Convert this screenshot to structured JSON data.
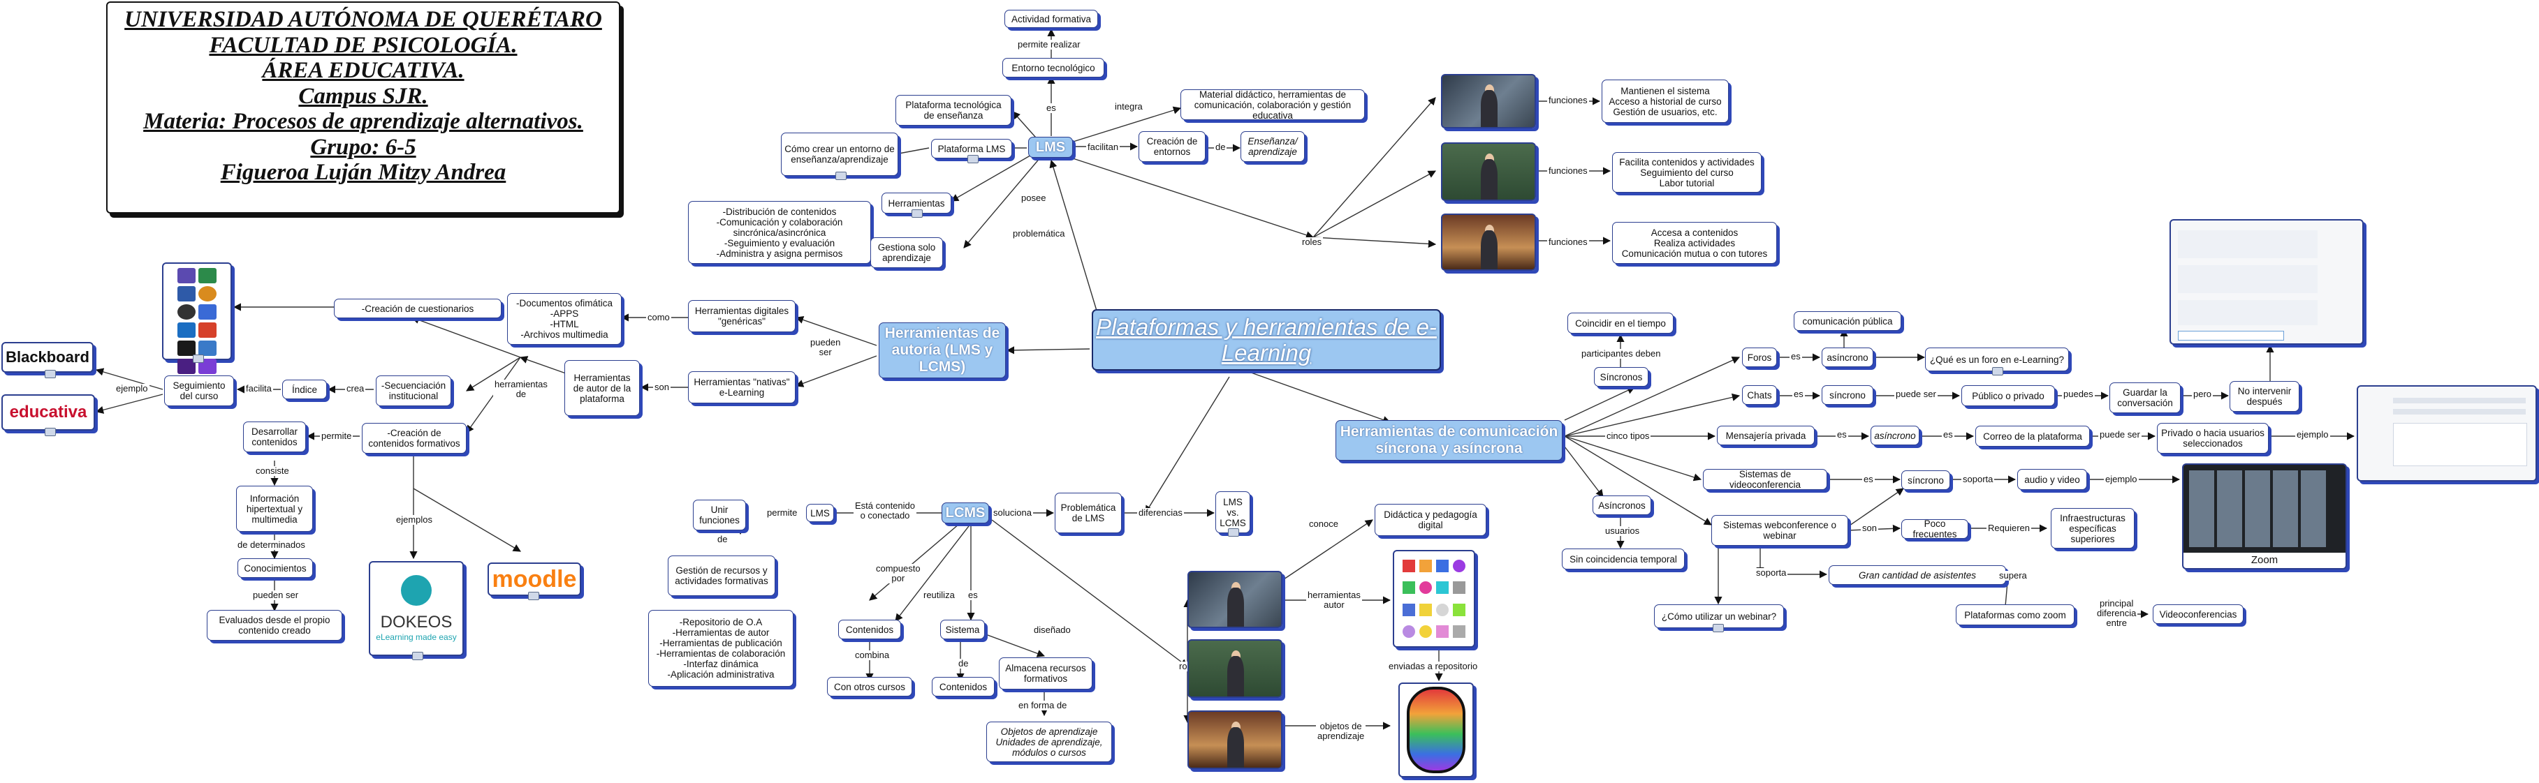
{
  "header": {
    "lines": [
      "UNIVERSIDAD AUTÓNOMA DE QUERÉTARO",
      "FACULTAD DE PSICOLOGÍA.",
      "ÁREA EDUCATIVA.",
      "Campus SJR.",
      "Materia: Procesos de aprendizaje alternativos.",
      "Grupo: 6-5",
      "Figueroa Luján Mitzy Andrea"
    ]
  },
  "nodes": {
    "main": "Plataformas y herramientas de e-Learning",
    "autor": "Herramientas de autoría (LMS y LCMS)",
    "comunicacion": "Herramientas de comunicación síncrona y asíncrona",
    "lms": "LMS",
    "lcms": "LCMS",
    "actividad": "Actividad formativa",
    "entorno": "Entorno tecnológico",
    "plat_tec": "Plataforma tecnológica de enseñanza",
    "material": "Material didáctico, herramientas de comunicación, colaboración y gestión educativa",
    "plat_lms": "Plataforma LMS",
    "crear_entorno": "Cómo crear un entorno de enseñanza/aprendizaje",
    "creacion_entornos": "Creación de entornos",
    "ensenanza": "Enseñanza/ aprendizaje",
    "herramientas": "Herramientas",
    "dist": "-Distribución de contenidos\n-Comunicación y colaboración sincrónica/asincrónica\n-Seguimiento y evaluación\n-Administra y asigna permisos",
    "gestiona": "Gestiona solo aprendizaje",
    "func1": "Mantienen el sistema\nAcceso a historial de curso\nGestión de usuarios, etc.",
    "func2": "Facilita contenidos y actividades\nSeguimiento del curso\nLabor tutorial",
    "func3": "Accesa a contenidos\nRealiza actividades\nComunicación mutua o con tutores",
    "ofimatica": "-Documentos ofimática\n-APPS\n-HTML\n-Archivos multimedia",
    "digitales": "Herramientas digitales \"genéricas\"",
    "nativas": "Herramientas \"nativas\" e-Learning",
    "autor_plat": "Herramientas de autor de la plataforma",
    "cuestionarios": "-Creación de cuestionarios",
    "secuenciacion": "-Secuenciación institucional",
    "indice": "Índice",
    "seguimiento": "Seguimiento del curso",
    "blackboard": "Blackboard",
    "educativa": "educativa",
    "contenidos_form": "-Creación de contenidos formativos",
    "desarrollar": "Desarrollar contenidos",
    "info": "Información hipertextual y multimedia",
    "conocimientos": "Conocimientos",
    "evaluados": "Evaluados desde el propio contenido creado",
    "dokeos": "DOKEOS",
    "dokeos_sub": "eLearning made easy",
    "moodle": "moodle",
    "unir": "Unir funciones",
    "lms_small": "LMS",
    "gestion_rec": "Gestión de recursos y actividades formativas",
    "repositorio": "-Repositorio de O.A\n-Herramientas de autor\n-Herramientas de publicación\n-Herramientas de colaboración\n-Interfaz dinámica\n-Aplicación administrativa",
    "contenidos": "Contenidos",
    "otros_cursos": "Con otros cursos",
    "sistema": "Sistema",
    "contenidos2": "Contenidos",
    "almacena": "Almacena recursos formativos",
    "objetos": "Objetos de aprendizaje\nUnidades de aprendizaje, módulos o cursos",
    "problematica": "Problemática de LMS",
    "lms_vs": "LMS vs. LCMS",
    "didactica": "Didáctica y pedagogía digital",
    "coincidir": "Coincidir en el tiempo",
    "sincronos": "Síncronos",
    "asincronos": "Asíncronos",
    "sin_coincidencia": "Sin coincidencia temporal",
    "foros": "Foros",
    "chats": "Chats",
    "mensajeria": "Mensajería privada",
    "videoconferencia": "Sistemas de videoconferencia",
    "webconference": "Sistemas webconference o webinar",
    "asincrono1": "asíncrono",
    "sincrono1": "síncrono",
    "asincrono2": "asíncrono",
    "sincrono2": "síncrono",
    "comunicacion_publica": "comunicación pública",
    "que_es_foro": "¿Qué es un foro en e-Learning?",
    "publico": "Público o privado",
    "guardar": "Guardar la conversación",
    "no_intervenir": "No intervenir después",
    "correo": "Correo de la plataforma",
    "privado": "Privado o hacia usuarios seleccionados",
    "audio": "audio y video",
    "zoom": "Zoom",
    "pocos": "Poco frecuentes",
    "infra": "Infraestructuras específicas superiores",
    "gran_cantidad": "Gran cantidad de asistentes",
    "plat_zoom": "Plataformas como zoom",
    "videoconferencias": "Videoconferencias",
    "webinar_q": "¿Cómo utilizar un webinar?"
  },
  "labels": {
    "permite_realizar": "permite realizar",
    "es": "es",
    "integra": "integra",
    "facilitan": "facilitan",
    "de": "de",
    "posee": "posee",
    "problematica": "problemática",
    "roles": "roles",
    "funciones": "funciones",
    "como": "como",
    "pueden_ser": "pueden\nser",
    "son": "son",
    "herramientas_de": "herramientas\nde",
    "crea": "crea",
    "facilita": "facilita",
    "ejemplo": "ejemplo",
    "permite": "permite",
    "consiste": "consiste",
    "de_determinados": "de determinados",
    "pueden_ser2": "pueden ser",
    "ejemplos": "ejemplos",
    "permite2": "permite",
    "esta_contenido": "Está contenido\no conectado",
    "soluciona": "soluciona",
    "diferencias": "diferencias",
    "compuesto_por": "compuesto\npor",
    "reutiliza": "reutiliza",
    "combina": "combina",
    "diseñado": "diseñado",
    "en_forma_de": "en forma de",
    "conoce": "conoce",
    "herramientas_autor": "herramientas\nautor",
    "enviadas": "enviadas a repositorio",
    "objetos_aprendizaje": "objetos de\naprendizaje",
    "participantes": "participantes deben",
    "usuarios": "usuarios",
    "cinco_tipos": "cinco tipos",
    "puede_ser": "puede ser",
    "puedes": "puedes",
    "pero": "pero",
    "soporta": "soporta",
    "requieren": "Requieren",
    "supera": "supera",
    "principal_diferencia": "principal\ndiferencia\nentre"
  },
  "icons": {
    "link": "link-icon",
    "attachment": "attachment-icon"
  },
  "colors": {
    "node_border": "#2b3e8f",
    "node_shadow": "#2f48b8",
    "accent": "#9cc7f1"
  }
}
